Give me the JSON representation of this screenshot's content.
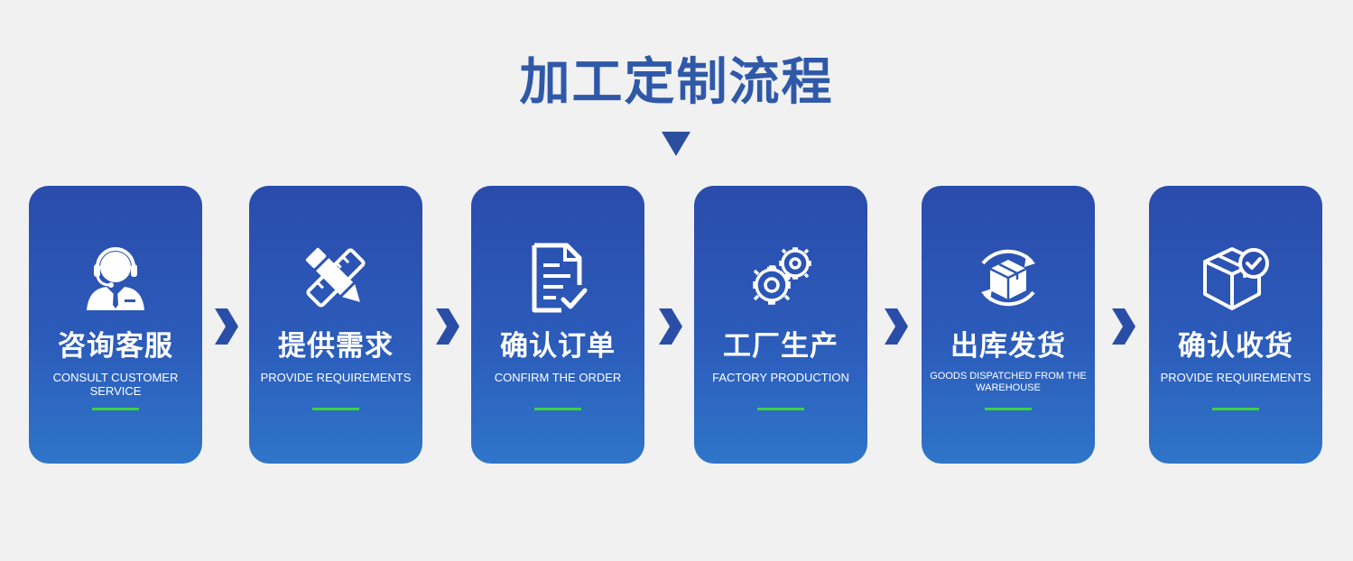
{
  "title": "加工定制流程",
  "colors": {
    "title": "#2f59a8",
    "card_top": "#2a4cac",
    "card_bottom": "#2f75c9",
    "accent_bar": "#3bd33e",
    "chevron": "#2a4ea8",
    "background": "#f1f1f1"
  },
  "steps": [
    {
      "zh": "咨询客服",
      "en": "CONSULT CUSTOMER SERVICE",
      "icon": "customer-service-icon"
    },
    {
      "zh": "提供需求",
      "en": "PROVIDE REQUIREMENTS",
      "icon": "pencil-ruler-icon"
    },
    {
      "zh": "确认订单",
      "en": "CONFIRM THE ORDER",
      "icon": "document-check-icon"
    },
    {
      "zh": "工厂生产",
      "en": "FACTORY PRODUCTION",
      "icon": "gears-icon"
    },
    {
      "zh": "出库发货",
      "en": "GOODS DISPATCHED FROM THE WAREHOUSE",
      "icon": "box-cycle-icon"
    },
    {
      "zh": "确认收货",
      "en": "PROVIDE REQUIREMENTS",
      "icon": "box-check-icon"
    }
  ]
}
